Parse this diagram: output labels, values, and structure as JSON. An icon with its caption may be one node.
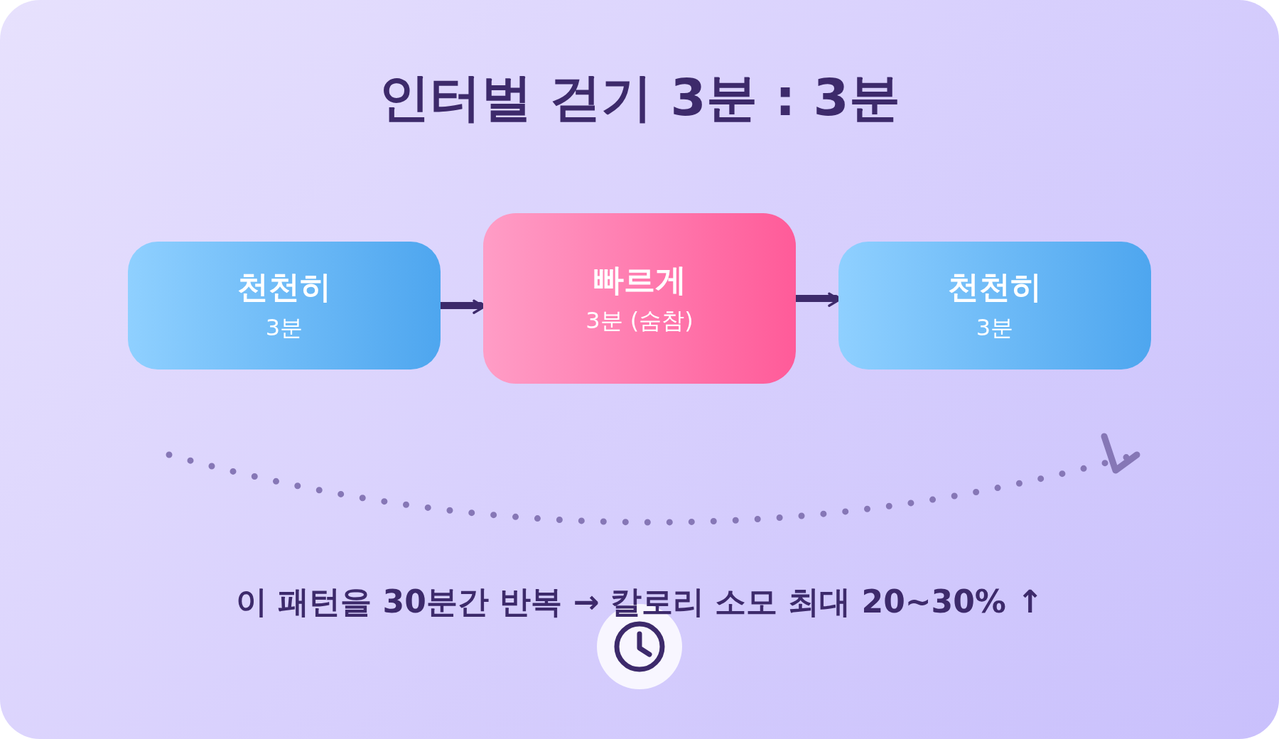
{
  "diagram": {
    "title": "인터벌 걷기 3분 : 3분",
    "nodes": [
      {
        "text": [
          "천천히",
          "3분"
        ]
      },
      {
        "text": [
          "빠르게",
          "3분 (숨참)"
        ]
      },
      {
        "text": [
          "천천히",
          "3분"
        ]
      }
    ],
    "edges": [
      {
        "from": 0,
        "to": 1,
        "arrow": "to"
      },
      {
        "from": 1,
        "to": 2,
        "arrow": "to"
      }
    ],
    "labels": [
      "이 패턴을 30분간 반복 → 칼로리 소모 최대 20~30% ↑"
    ]
  }
}
